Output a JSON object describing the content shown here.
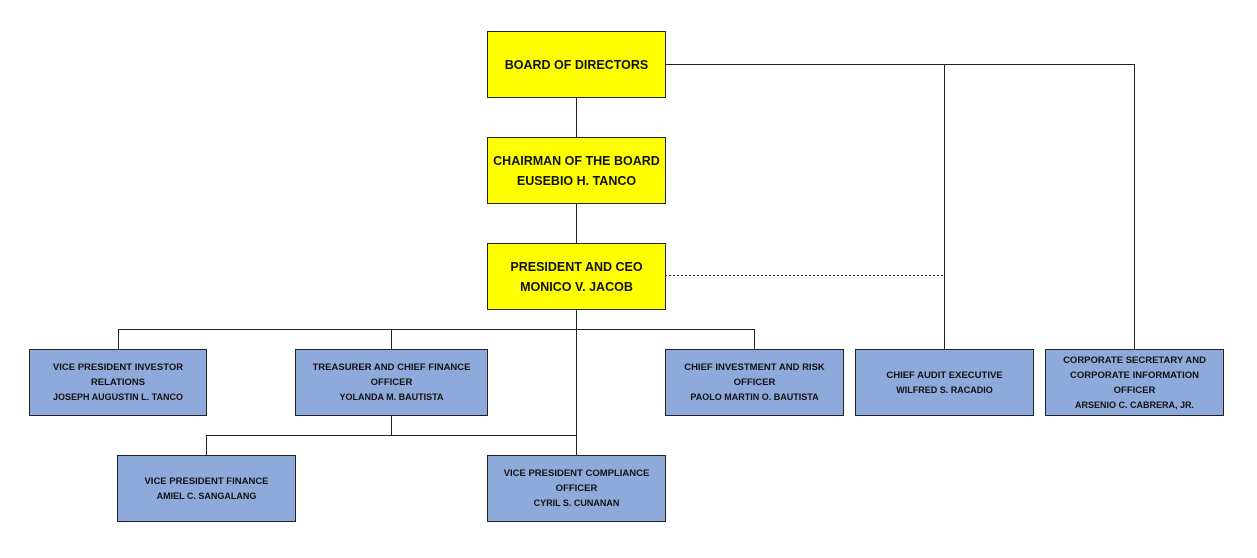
{
  "colors": {
    "executive_fill": "#ffff00",
    "officer_fill": "#8eaadb",
    "line": "#222222"
  },
  "nodes": {
    "board": {
      "title": "BOARD OF DIRECTORS"
    },
    "chairman": {
      "title": "CHAIRMAN OF THE BOARD",
      "name": "EUSEBIO H. TANCO"
    },
    "president": {
      "title": "PRESIDENT AND CEO",
      "name": "MONICO V. JACOB"
    },
    "vp_investor": {
      "title": "VICE PRESIDENT INVESTOR RELATIONS",
      "name": "JOSEPH AUGUSTIN L. TANCO"
    },
    "treasurer": {
      "title": "TREASURER AND CHIEF FINANCE OFFICER",
      "name": "YOLANDA M. BAUTISTA"
    },
    "cio": {
      "title": "CHIEF INVESTMENT AND RISK OFFICER",
      "name": "PAOLO MARTIN O. BAUTISTA"
    },
    "audit": {
      "title": "CHIEF AUDIT EXECUTIVE",
      "name": "WILFRED S. RACADIO"
    },
    "corpsec": {
      "title_line1": "CORPORATE SECRETARY AND",
      "title_line2": "CORPORATE INFORMATION OFFICER",
      "name": "ARSENIO C. CABRERA, JR."
    },
    "vp_finance": {
      "title": "VICE PRESIDENT FINANCE",
      "name": "AMIEL C. SANGALANG"
    },
    "vp_compliance": {
      "title_line1": "VICE PRESIDENT COMPLIANCE",
      "title_line2": "OFFICER",
      "name": "CYRIL S. CUNANAN"
    }
  }
}
